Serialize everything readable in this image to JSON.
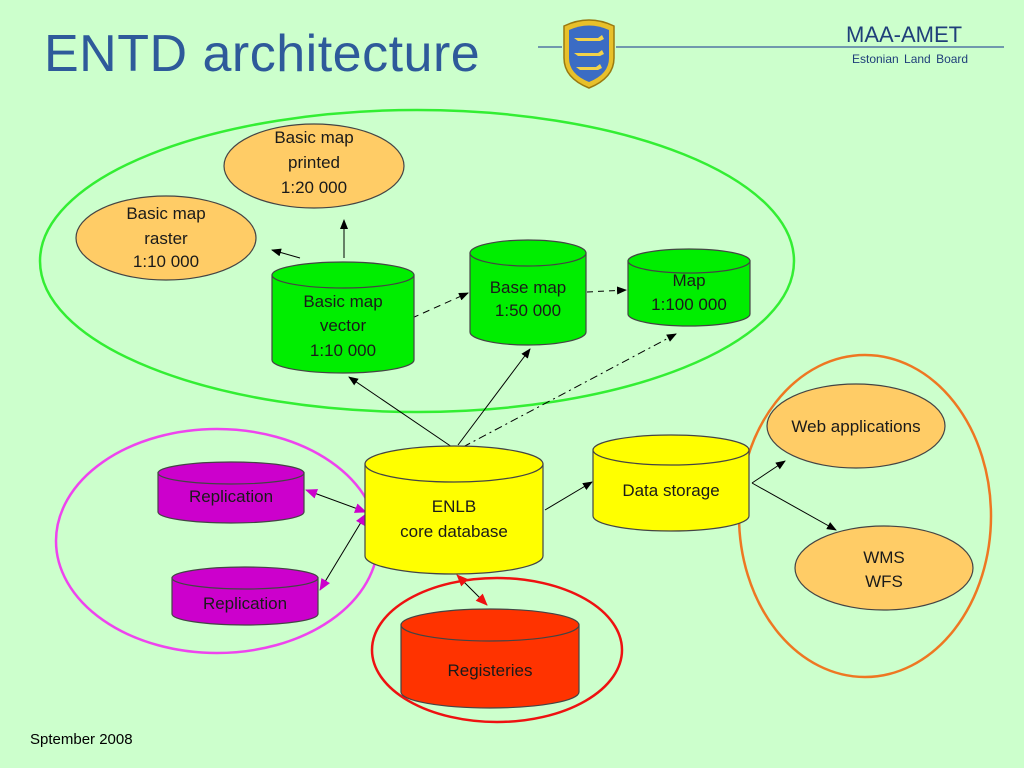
{
  "header": {
    "title": "ENTD architecture",
    "org_name": "MAA-AMET",
    "org_subtitle": "Estonian Land Board"
  },
  "footer": {
    "date": "Sptember 2008"
  },
  "colors": {
    "background": "#ccffcc",
    "title": "#2e5a9a",
    "orange_node": "#ffcc66",
    "green_node": "#00ee00",
    "yellow_node": "#ffff00",
    "purple_node": "#cc00cc",
    "red_node": "#ff3300",
    "green_group": "#33ee33",
    "pink_group": "#ee44ee",
    "orange_group": "#ee7722",
    "red_group": "#ee1111"
  },
  "nodes": {
    "basic_map_printed": {
      "lines": [
        "Basic map",
        "printed",
        "1:20 000"
      ]
    },
    "basic_map_raster": {
      "lines": [
        "Basic map",
        "raster",
        "1:10 000"
      ]
    },
    "basic_map_vector": {
      "lines": [
        "Basic map",
        "vector",
        "1:10 000"
      ]
    },
    "base_map": {
      "lines": [
        "Base map",
        "1:50 000"
      ]
    },
    "map_100k": {
      "lines": [
        "Map",
        "1:100 000"
      ]
    },
    "enlb": {
      "lines": [
        "ENLB",
        "core database"
      ]
    },
    "data_storage": {
      "lines": [
        "Data storage"
      ]
    },
    "replication_1": {
      "lines": [
        "Replication"
      ]
    },
    "replication_2": {
      "lines": [
        "Replication"
      ]
    },
    "registeries": {
      "lines": [
        "Registeries"
      ]
    },
    "web_applications": {
      "lines": [
        "Web applications"
      ]
    },
    "wms_wfs": {
      "lines": [
        "WMS",
        "WFS"
      ]
    }
  }
}
